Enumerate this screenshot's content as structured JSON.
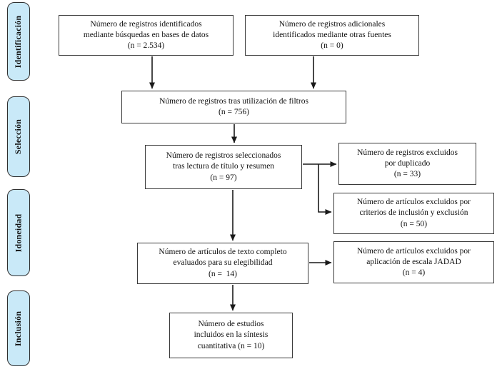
{
  "diagram_title": "PRISMA flow diagram (Spanish)",
  "colors": {
    "stage_fill": "#c9e9f8",
    "stage_border": "#2f2f2f",
    "box_fill": "#ffffff",
    "box_border": "#3a3a3a",
    "arrow": "#1a1a1a",
    "text": "#111111"
  },
  "stages": [
    {
      "label": "Identificación"
    },
    {
      "label": "Selección"
    },
    {
      "label": "Idoneidad"
    },
    {
      "label": "Inclusión"
    }
  ],
  "boxes": {
    "identified_databases": {
      "lines": [
        "Número de registros identificados",
        "mediante búsquedas en bases de datos",
        "(n = 2.534)"
      ],
      "n": 2534
    },
    "additional_sources": {
      "lines": [
        "Número de registros adicionales",
        "identificados mediante otras fuentes",
        "(n = 0)"
      ],
      "n": 0
    },
    "after_filters": {
      "lines": [
        "Número de registros tras utilización de filtros",
        "(n = 756)"
      ],
      "n": 756
    },
    "selected_title_abstract": {
      "lines": [
        "Número de registros seleccionados",
        "tras lectura de título y resumen",
        "(n = 97)"
      ],
      "n": 97
    },
    "excluded_duplicates": {
      "lines": [
        "Número de registros excluidos",
        "por duplicado",
        "(n = 33)"
      ],
      "n": 33
    },
    "excluded_criteria": {
      "lines": [
        "Número de artículos excluidos por",
        "criterios de inclusión y exclusión",
        "(n = 50)"
      ],
      "n": 50
    },
    "fulltext_assessed": {
      "lines": [
        "Número de artículos de texto completo",
        "evaluados para su elegibilidad",
        "(n =  14)"
      ],
      "n": 14
    },
    "excluded_jadad": {
      "lines": [
        "Número de artículos excluidos por",
        "aplicación de escala JADAD",
        "(n = 4)"
      ],
      "n": 4
    },
    "included_quantitative": {
      "lines": [
        "Número de estudios",
        "incluidos en la síntesis",
        "cuantitativa (n = 10)"
      ],
      "n": 10
    }
  }
}
